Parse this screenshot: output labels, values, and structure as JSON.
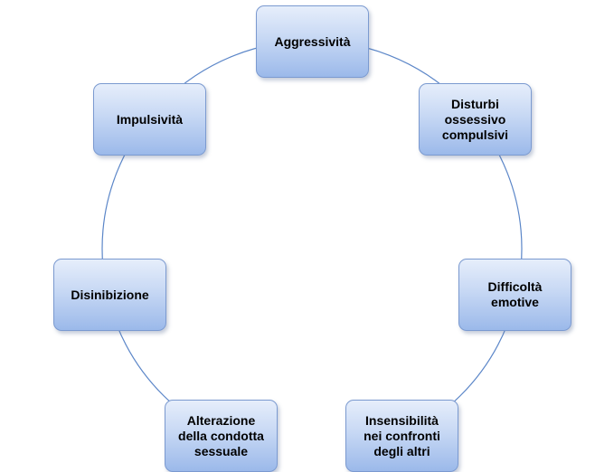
{
  "diagram": {
    "type": "cycle",
    "nodes": [
      {
        "id": "aggressivita",
        "label": "Aggressività"
      },
      {
        "id": "disturbi-ossessivo-compulsivi",
        "label": "Disturbi\nossessivo\ncompulsivi"
      },
      {
        "id": "difficolta-emotive",
        "label": "Difficoltà\nemotive"
      },
      {
        "id": "insensibilita",
        "label": "Insensibilità\nnei confronti\ndegli altri"
      },
      {
        "id": "alterazione-condotta",
        "label": "Alterazione\ndella condotta\nsessuale"
      },
      {
        "id": "disinibizione",
        "label": "Disinibizione"
      },
      {
        "id": "impulsivita",
        "label": "Impulsività"
      }
    ],
    "colors": {
      "node_fill_top": "#e6eefb",
      "node_fill_bottom": "#9bb9ea",
      "node_border": "#7b9ad0",
      "ring_line": "#5b86c8"
    }
  }
}
